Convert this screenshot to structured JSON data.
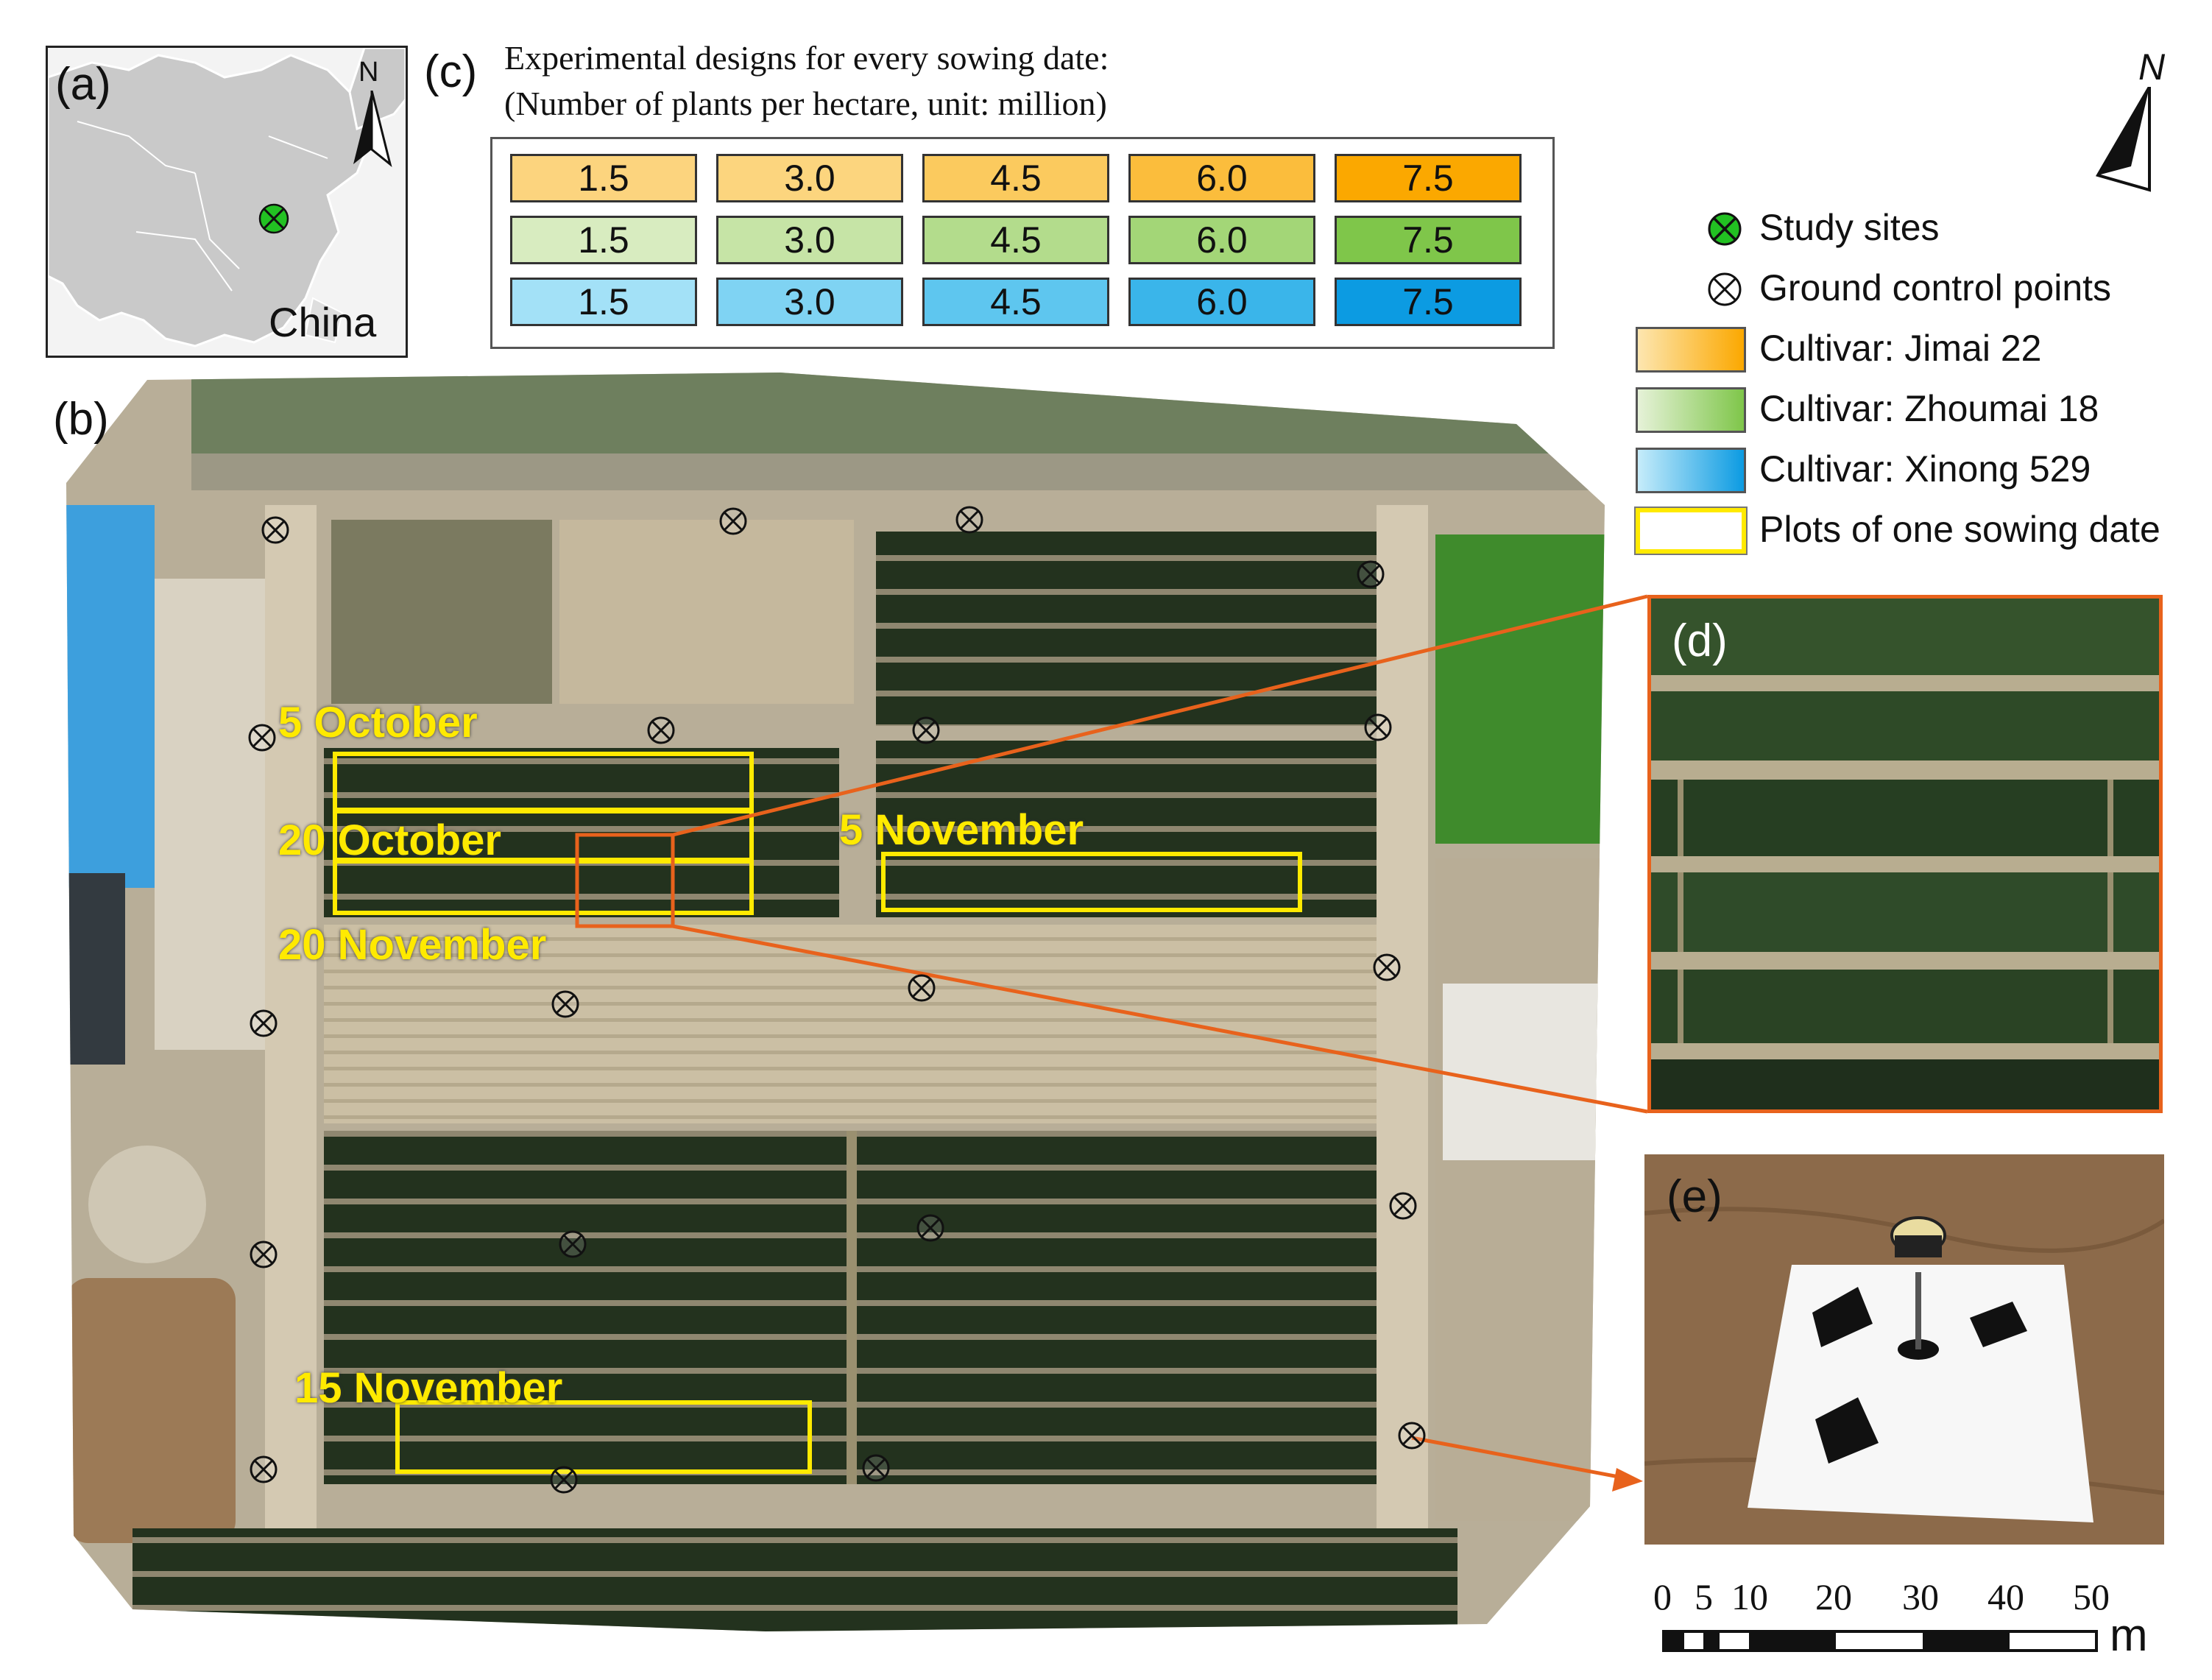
{
  "panels": {
    "a": "(a)",
    "b": "(b)",
    "c": "(c)",
    "d": "(d)",
    "e": "(e)"
  },
  "inset": {
    "country": "China",
    "north": "N"
  },
  "north_arrow": "N",
  "design": {
    "title_line1": "Experimental designs for every sowing date:",
    "title_line2": "(Number of plants per hectare, unit: million)",
    "rows": [
      {
        "cultivar": "Jimai 22",
        "values": [
          "1.5",
          "3.0",
          "4.5",
          "6.0",
          "7.5"
        ],
        "colors": [
          "#fcd47e",
          "#fcd57e",
          "#fbca5e",
          "#fbbd3c",
          "#fba800"
        ]
      },
      {
        "cultivar": "Zhoumai 18",
        "values": [
          "1.5",
          "3.0",
          "4.5",
          "6.0",
          "7.5"
        ],
        "colors": [
          "#d8ecc0",
          "#c6e4a6",
          "#b3dc8c",
          "#a3d677",
          "#7fc64a"
        ]
      },
      {
        "cultivar": "Xinong 529",
        "values": [
          "1.5",
          "3.0",
          "4.5",
          "6.0",
          "7.5"
        ],
        "colors": [
          "#a3e1f7",
          "#7fd3f3",
          "#5ec6ef",
          "#3ab5ea",
          "#0c9be2"
        ]
      }
    ]
  },
  "legend": {
    "study_sites": "Study sites",
    "gcp": "Ground control points",
    "jimai": "Cultivar: Jimai 22",
    "zhoumai": "Cultivar: Zhoumai 18",
    "xinong": "Cultivar: Xinong 529",
    "plots": "Plots of one sowing date"
  },
  "sowing_dates": [
    "5 October",
    "20 October",
    "20 November",
    "5 November",
    "15 November"
  ],
  "scale": {
    "ticks": [
      "0",
      "5",
      "10",
      "20",
      "30",
      "40",
      "50"
    ],
    "unit": "m"
  },
  "colors": {
    "plot_outline": "#ffea00",
    "zoom_line": "#e8621c",
    "site_marker": "#22c122"
  }
}
